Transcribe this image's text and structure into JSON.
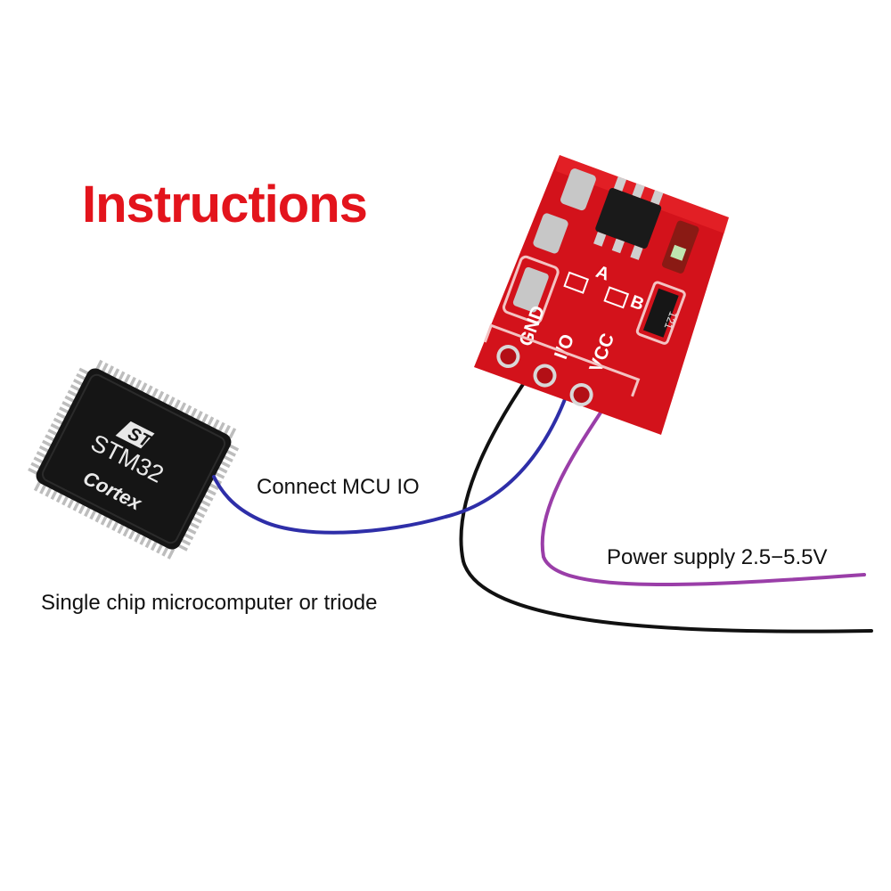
{
  "title": "Instructions",
  "labels": {
    "connect_io": "Connect MCU IO",
    "power_supply": "Power supply 2.5−5.5V",
    "mcu": "Single chip microcomputer or triode"
  },
  "mcu_chip": {
    "logo_text": "ST",
    "model": "STM32",
    "core": "Cortex"
  },
  "module": {
    "pins": [
      "GND",
      "I/O",
      "VCC"
    ],
    "jumper_labels": [
      "A",
      "B"
    ],
    "resistor_code": "121"
  },
  "colors": {
    "title": "#e3141c",
    "pcb": "#d3121b",
    "pad": "#c7c7c7",
    "wire_gnd": "#111111",
    "wire_io": "#2e2ea8",
    "wire_vcc": "#9a3ea8",
    "chip_body": "#151515",
    "chip_pins": "#bdbdbd"
  },
  "icons": {
    "chip": "mcu-chip-icon",
    "module": "touch-sensor-module-icon"
  }
}
